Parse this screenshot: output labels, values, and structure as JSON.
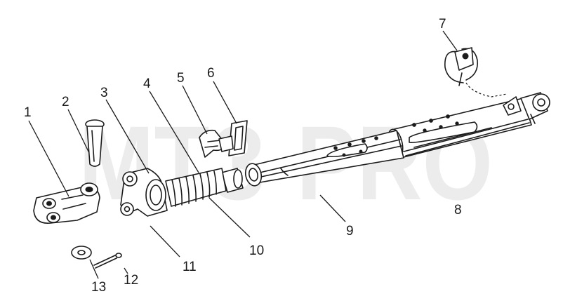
{
  "watermark": "МТЗ-PRO",
  "parts": [
    {
      "label": "1"
    },
    {
      "label": "2"
    },
    {
      "label": "3"
    },
    {
      "label": "4"
    },
    {
      "label": "5"
    },
    {
      "label": "6"
    },
    {
      "label": "7"
    },
    {
      "label": "8"
    },
    {
      "label": "9"
    },
    {
      "label": "10"
    },
    {
      "label": "11"
    },
    {
      "label": "12"
    },
    {
      "label": "13"
    }
  ]
}
